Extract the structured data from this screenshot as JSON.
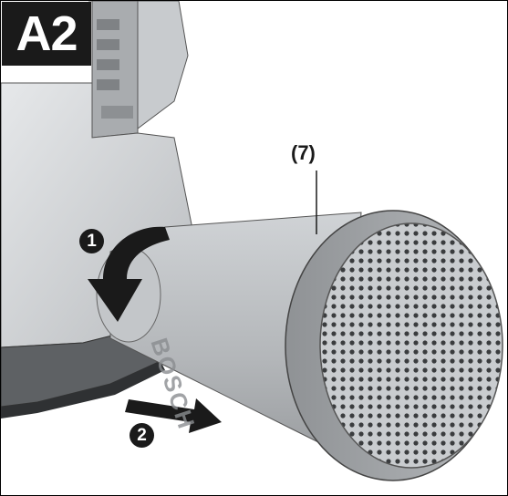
{
  "figure": {
    "label": "A2",
    "part_callout": "(7)",
    "steps": [
      "1",
      "2"
    ],
    "brand_mark": "BOSCH"
  },
  "colors": {
    "label_background": "#1a1a1a",
    "tool_body": "#d6d8da",
    "adapter": "#b8bbbe",
    "filter_cap": "#9a9da0",
    "arrow": "#1a1a1a"
  },
  "icons": {
    "rotate_arrow": "curved-arrow-icon",
    "pull_arrow": "straight-arrow-icon"
  }
}
